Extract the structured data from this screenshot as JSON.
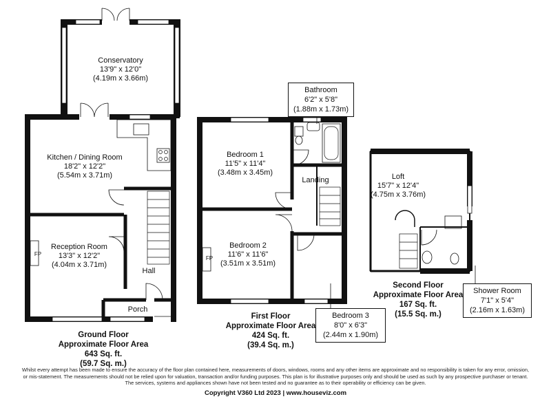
{
  "colors": {
    "wall": "#111111",
    "window": "#ffffff",
    "paper": "#ffffff"
  },
  "rooms": {
    "conservatory": {
      "name": "Conservatory",
      "imperial": "13'9\" x 12'0\"",
      "metric": "(4.19m x 3.66m)"
    },
    "kitchen": {
      "name": "Kitchen / Dining Room",
      "imperial": "18'2\" x 12'2\"",
      "metric": "(5.54m x 3.71m)"
    },
    "reception": {
      "name": "Reception Room",
      "imperial": "13'3\" x 12'2\"",
      "metric": "(4.04m x 3.71m)"
    },
    "hall": {
      "name": "Hall"
    },
    "porch": {
      "name": "Porch"
    },
    "bedroom1": {
      "name": "Bedroom 1",
      "imperial": "11'5\" x 11'4\"",
      "metric": "(3.48m x 3.45m)"
    },
    "bedroom2": {
      "name": "Bedroom 2",
      "imperial": "11'6\" x 11'6\"",
      "metric": "(3.51m x 3.51m)"
    },
    "landing": {
      "name": "Landing"
    },
    "bathroom": {
      "name": "Bathroom",
      "imperial": "6'2\" x 5'8\"",
      "metric": "(1.88m x 1.73m)"
    },
    "bedroom3": {
      "name": "Bedroom 3",
      "imperial": "8'0\" x 6'3\"",
      "metric": "(2.44m x 1.90m)"
    },
    "loft": {
      "name": "Loft",
      "imperial": "15'7\" x 12'4\"",
      "metric": "(4.75m x 3.76m)"
    },
    "shower": {
      "name": "Shower Room",
      "imperial": "7'1\" x 5'4\"",
      "metric": "(2.16m x 1.63m)"
    }
  },
  "fireplace_label": "FP",
  "floors": {
    "ground": {
      "title": "Ground Floor",
      "subtitle": "Approximate Floor Area",
      "sqft": "643 Sq. ft.",
      "sqm": "(59.7 Sq. m.)"
    },
    "first": {
      "title": "First Floor",
      "subtitle": "Approximate Floor Area",
      "sqft": "424 Sq. ft.",
      "sqm": "(39.4 Sq. m.)"
    },
    "second": {
      "title": "Second Floor",
      "subtitle": "Approximate Floor Area",
      "sqft": "167 Sq. ft.",
      "sqm": "(15.5 Sq. m.)"
    }
  },
  "disclaimer": {
    "line1": "Whilst every attempt has been made to ensure the accuracy of the floor plan contained here, measurements of doors, windows, rooms and any other items are approximate and no responsibility is taken for any error, omission,",
    "line2": "or mis-statement. The measurements should not be relied upon for valuation, transaction and/or funding purposes. This plan is for illustrative purposes only and should be used as such by any prospective purchaser or tenant.",
    "line3": "The services, systems and appliances shown have not been tested and no guarantee as to their operability or efficiency can be given."
  },
  "copyright": "Copyright V360 Ltd 2023 | www.houseviz.com"
}
